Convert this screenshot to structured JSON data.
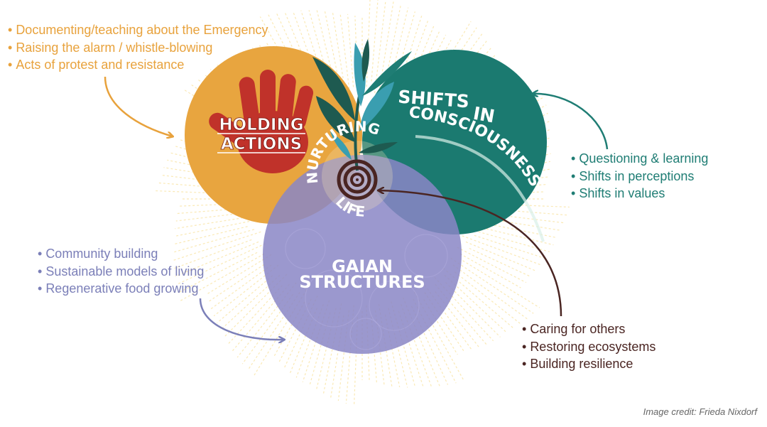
{
  "circles": {
    "holding_actions": {
      "line1": "HOLDING",
      "line2": "ACTIONS",
      "color": "#e8a53f"
    },
    "shifts_in_consciousness": {
      "line1": "SHIFTS",
      "line2": "IN",
      "line3": "CONSCIOUSNESS",
      "color": "#1b7a70"
    },
    "gaian_structures": {
      "line1": "GAIAN",
      "line2": "STRUCTURES",
      "color": "#8a86c6"
    },
    "nurturing_life": {
      "line1": "NURTURING",
      "line2": "LIFE",
      "spiral_color": "#4a2522"
    }
  },
  "lists": {
    "holding_actions": [
      "Documenting/teaching about the Emergency",
      "Raising the alarm / whistle-blowing",
      "Acts of protest and resistance"
    ],
    "shifts_in_consciousness": [
      "Questioning & learning",
      "Shifts in perceptions",
      "Shifts in values"
    ],
    "gaian_structures": [
      "Community building",
      "Sustainable models of living",
      "Regenerative food growing"
    ],
    "nurturing_life": [
      "Caring for others",
      "Restoring ecosystems",
      "Building resilience"
    ]
  },
  "credit": "Image credit: Frieda Nixdorf",
  "colors": {
    "sunburst": "#f3cf5a",
    "hand": "#c0322a",
    "leaf_dark": "#1e5a50",
    "leaf_light": "#3a9eb0",
    "arrow_orange": "#e8a23c",
    "arrow_teal": "#1f7d74",
    "arrow_purple": "#7b7fb8",
    "arrow_brown": "#4a2522"
  }
}
